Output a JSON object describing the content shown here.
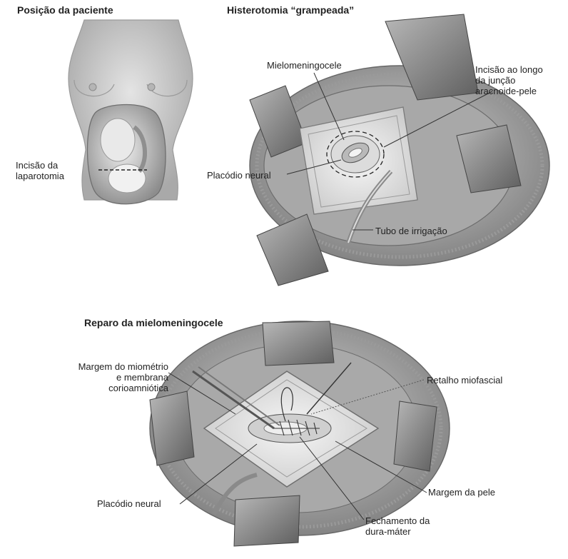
{
  "panels": {
    "patient": {
      "title": "Posição da paciente",
      "incision_label": [
        "Incisão da",
        "laparotomia"
      ]
    },
    "hysterotomy": {
      "title": "Histerotomia “grampeada”",
      "mmc_label": "Mielomeningocele",
      "incision_label": [
        "Incisão ao longo",
        "da junção",
        "aracnoide-pele"
      ],
      "placode_label": "Placódio neural",
      "tube_label": "Tubo de irrigação"
    },
    "repair": {
      "title": "Reparo da mielomeningocele",
      "myometrium_label": [
        "Margem do miométrio",
        "e membrana",
        "corioamniótica"
      ],
      "flap_label": "Retalho miofascial",
      "placode_label": "Placódio neural",
      "skin_label": "Margem da pele",
      "dura_label": [
        "Fechamento da",
        "dura-máter"
      ]
    }
  },
  "colors": {
    "skin": "#c9c9c9",
    "tissue_dark": "#8a8a8a",
    "retractor": "#7a7a7a",
    "line": "#333333"
  }
}
